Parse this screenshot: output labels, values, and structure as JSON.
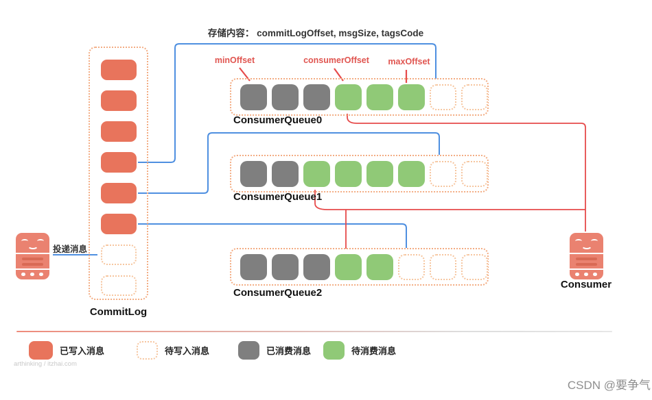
{
  "header": {
    "storage_note": "存储内容： commitLogOffset, msgSize, tagsCode"
  },
  "offsets": {
    "min": "minOffset",
    "consumer": "consumerOffset",
    "max": "maxOffset"
  },
  "commitlog": {
    "label": "CommitLog",
    "slots": [
      "written",
      "written",
      "written",
      "written",
      "written",
      "written",
      "empty",
      "empty"
    ]
  },
  "queues": [
    {
      "label": "ConsumerQueue0",
      "slots": [
        "consumed",
        "consumed",
        "consumed",
        "unconsumed",
        "unconsumed",
        "unconsumed",
        "empty",
        "empty"
      ]
    },
    {
      "label": "ConsumerQueue1",
      "slots": [
        "consumed",
        "consumed",
        "unconsumed",
        "unconsumed",
        "unconsumed",
        "unconsumed",
        "empty",
        "empty"
      ]
    },
    {
      "label": "ConsumerQueue2",
      "slots": [
        "consumed",
        "consumed",
        "consumed",
        "unconsumed",
        "unconsumed",
        "empty",
        "empty",
        "empty"
      ]
    }
  ],
  "producer": {
    "action_label": "投递消息"
  },
  "consumer": {
    "label": "Consumer"
  },
  "legend": [
    {
      "type": "written",
      "label": "已写入消息"
    },
    {
      "type": "empty",
      "label": "待写入消息"
    },
    {
      "type": "consumed",
      "label": "已消费消息"
    },
    {
      "type": "unconsumed",
      "label": "待消费消息"
    }
  ],
  "watermark": "arthinking / itzhai.com",
  "credit": "CSDN @要争气",
  "colors": {
    "salmon": "#E8745C",
    "salmon-icon": "#EA8270",
    "gray-box": "#7F7F7F",
    "green-box": "#90C977",
    "dash": "#F3AC82",
    "blue-line": "#4E8FE0",
    "red-line": "#E64A4A",
    "red-text": "#E05550"
  }
}
